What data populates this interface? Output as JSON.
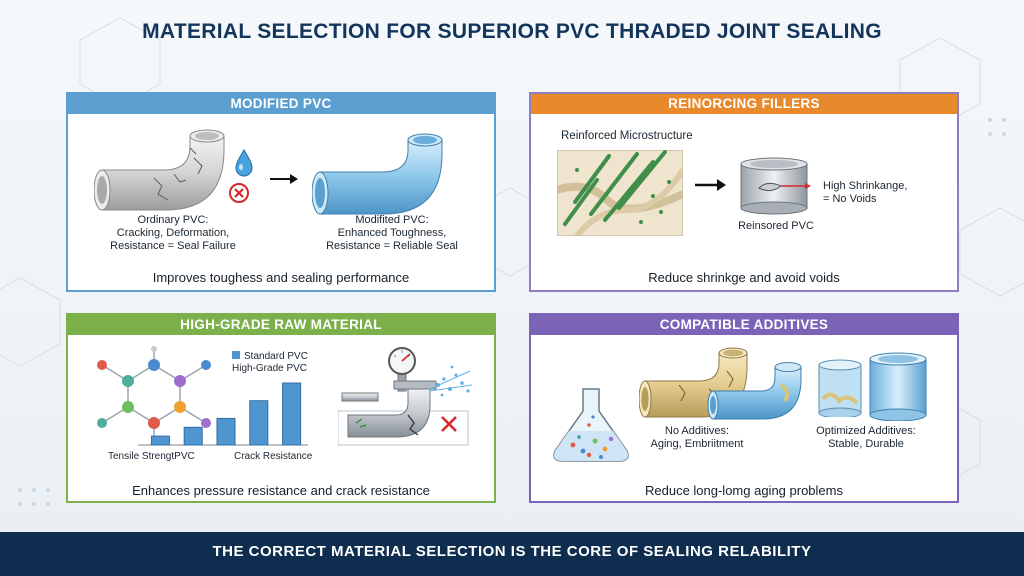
{
  "title": "MATERIAL SELECTION FOR SUPERIOR PVC THRADED JOINT SEALING",
  "panels": {
    "modified_pvc": {
      "header": "MODIFIED PVC",
      "left_label": [
        "Ordinary PVC:",
        "Cracking, Deformation,",
        "Resistance = Seal Failure"
      ],
      "right_label": [
        "Modifited PVC:",
        "Enhanced Toughness,",
        "Resistance = Reliable Seal"
      ],
      "caption": "Improves toughess and sealing performance",
      "color": "#5a9fd0"
    },
    "reinforcing_fillers": {
      "header": "REINORCING FILLERS",
      "micro_label": "Reinforced Microstructure",
      "note": [
        "High Shrinkange,",
        "= No Voids"
      ],
      "pipe_label": "Reinsored PVC",
      "caption": "Reduce shrinkge and avoid voids",
      "color": "#e88a2c"
    },
    "high_grade": {
      "header": "HIGH-GRADE RAW MATERIAL",
      "legend": [
        "Standard PVC",
        "High-Grade PVC"
      ],
      "axis_left": "Tensile StrengtPVC",
      "axis_right": "Crack Resistance",
      "caption": "Enhances pressure resistance and crack resistance",
      "color": "#7bb04a"
    },
    "compatible_additives": {
      "header": "COMPATIBLE ADDITIVES",
      "left_label": [
        "No Additives:",
        "Aging, Embriitment"
      ],
      "right_label": [
        "Optimized Additives:",
        "Stable, Durable"
      ],
      "caption": "Reduce long-lomg aging problems",
      "color": "#7b63b8"
    }
  },
  "chart_data": {
    "type": "bar",
    "categories": [
      "1",
      "2",
      "3",
      "4",
      "5"
    ],
    "values": [
      1,
      2,
      3,
      5,
      7
    ],
    "xlabel": "",
    "ylabel": ""
  },
  "footer": "THE CORRECT MATERIAL SELECTION IS THE CORE OF SEALING RELABILITY"
}
